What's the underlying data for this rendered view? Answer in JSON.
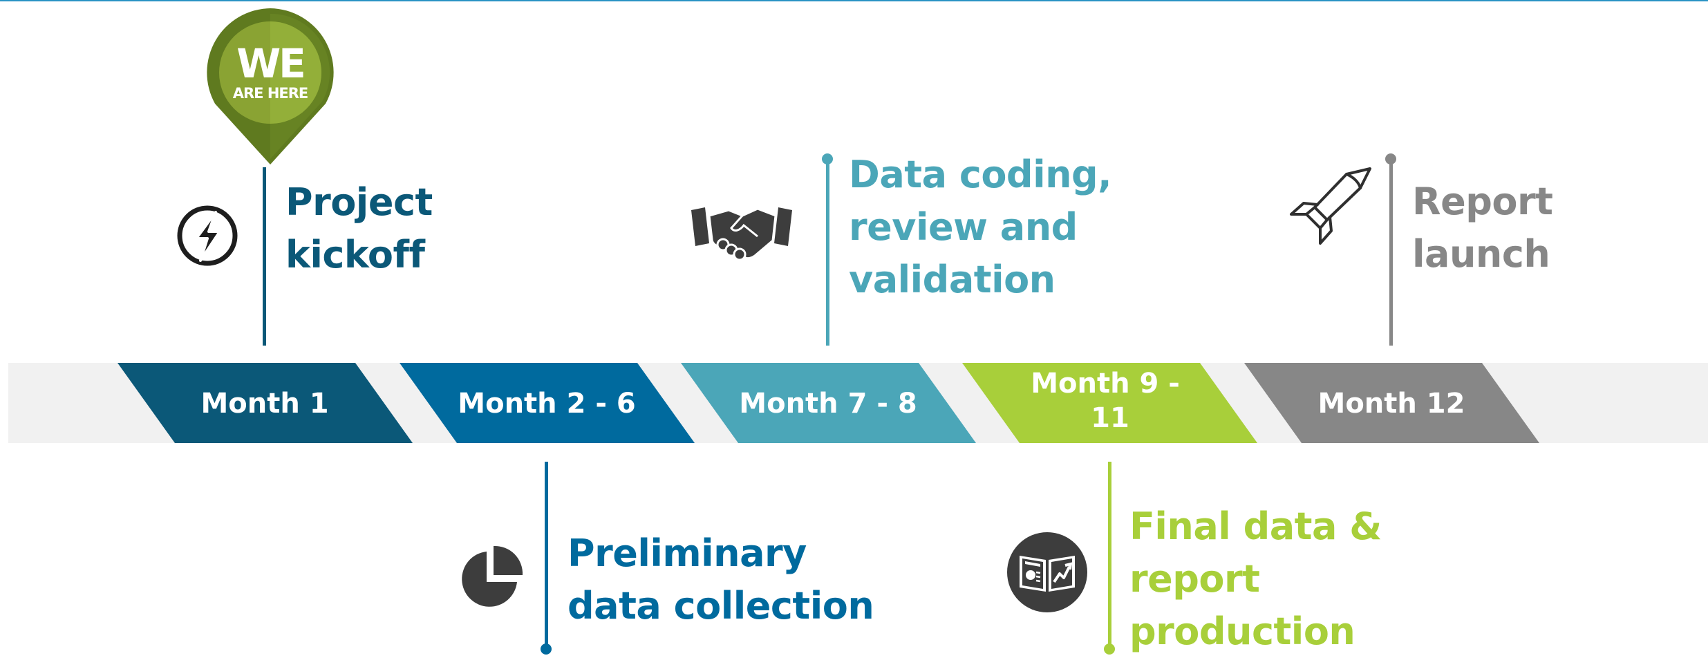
{
  "colors": {
    "month_1": "#0b5878",
    "month_2_6": "#006a9e",
    "month_7_8": "#4ba6b8",
    "month_9_11": "#a8cf3a",
    "month_12": "#878787",
    "track": "#f1f1f1",
    "icon_dark": "#3d3d3d",
    "pin_green": "#5f7a1f"
  },
  "pin": {
    "line1": "WE",
    "line2": "ARE HERE"
  },
  "phases": [
    {
      "label": "Month 1",
      "color": "#0b5878"
    },
    {
      "label": "Month 2 - 6",
      "color": "#006a9e"
    },
    {
      "label": "Month 7 - 8",
      "color": "#4ba6b8"
    },
    {
      "label": "Month 9 -\n11",
      "color": "#a8cf3a"
    },
    {
      "label": "Month 12",
      "color": "#878787"
    }
  ],
  "milestones": {
    "kickoff": {
      "lines": [
        "Project",
        "kickoff"
      ],
      "icon": "lightning-icon"
    },
    "preliminary": {
      "lines": [
        "Preliminary",
        "data collection"
      ],
      "icon": "pie-chart-icon"
    },
    "coding": {
      "lines": [
        "Data coding,",
        "review and",
        "validation"
      ],
      "icon": "handshake-icon"
    },
    "final": {
      "lines": [
        "Final data &",
        "report",
        "production"
      ],
      "icon": "report-icon"
    },
    "launch": {
      "lines": [
        "Report",
        "launch"
      ],
      "icon": "rocket-icon"
    }
  }
}
